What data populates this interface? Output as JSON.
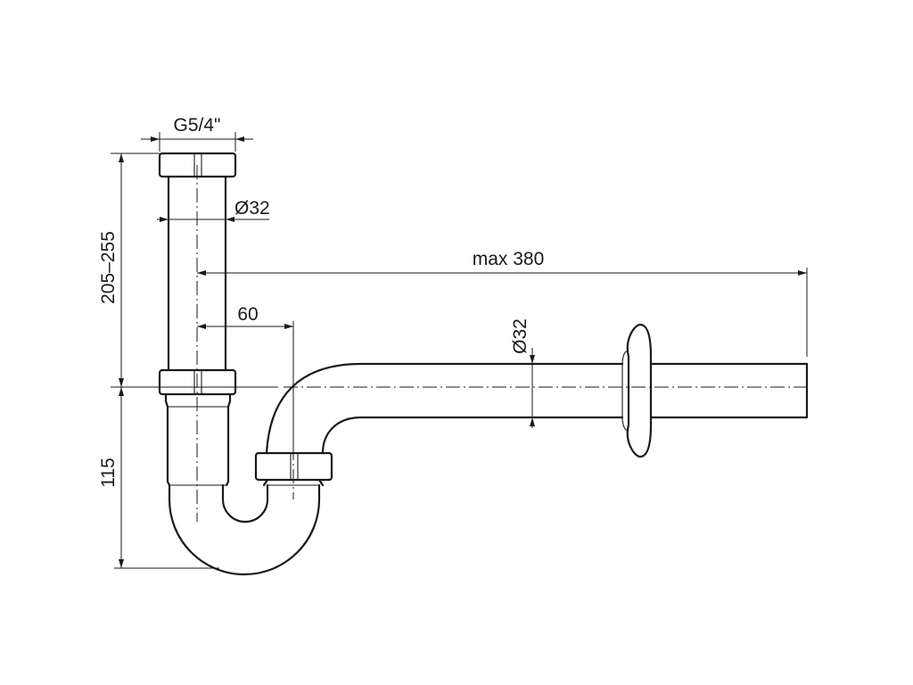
{
  "dimensions": {
    "thread": "G5/4\"",
    "vertical_pipe_diameter": "Ø32",
    "max_length": "max 380",
    "offset": "60",
    "outlet_pipe_diameter": "Ø32",
    "height_range": "205–255",
    "bottom_height": "115"
  }
}
